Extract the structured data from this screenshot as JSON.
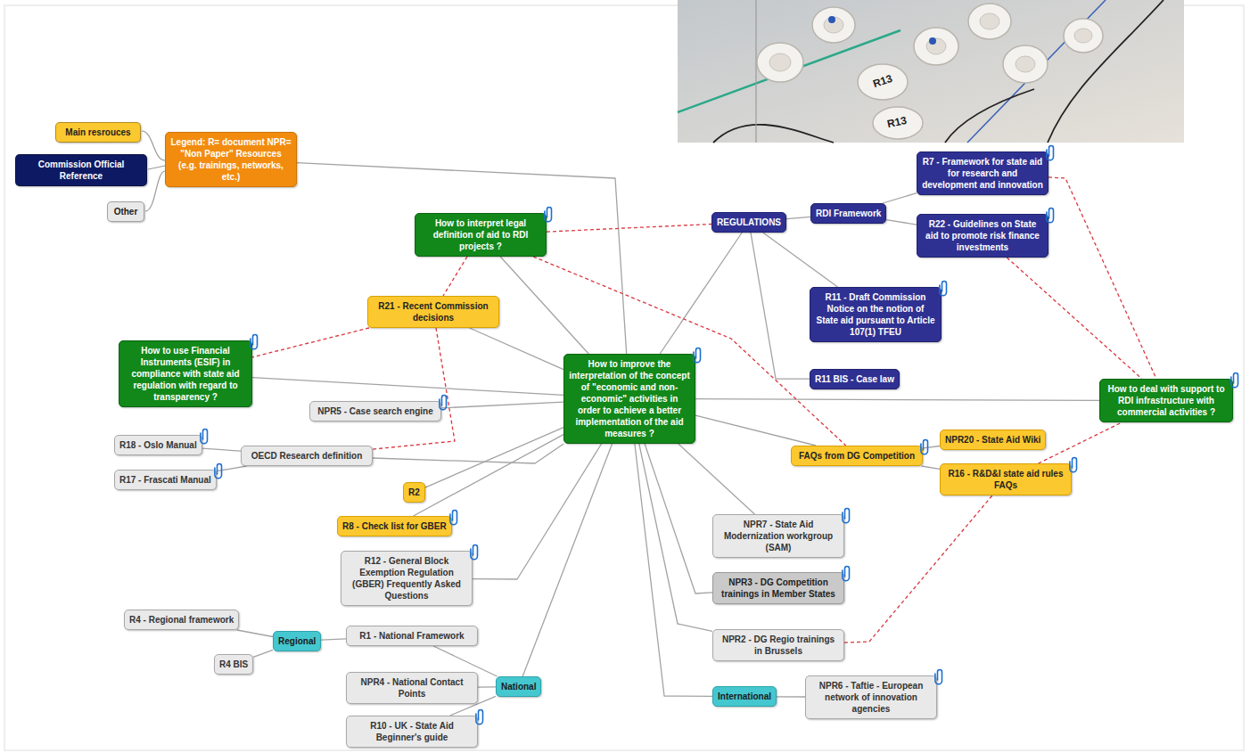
{
  "diagram": {
    "nodes": [
      {
        "text": [
          "Legend: R= document NPR= \"Non Paper\" Resources (e.g. trainings, networks, etc.)"
        ]
      },
      {
        "text": [
          "How to improve the interpretation of the concept of \"economic and non-economic\" activities in order to achieve a better implementation of the aid measures ?"
        ]
      },
      {
        "text": [
          "How to interpret legal definition of aid to RDI projects ?"
        ]
      },
      {
        "text": [
          "How to use Financial Instruments (ESIF) in compliance with state aid regulation with regard to transparency ?"
        ]
      },
      {
        "text": [
          "How to deal with support to RDI infrastructure with commercial activities ?"
        ]
      },
      {
        "text": [
          "REGULATIONS"
        ]
      },
      {
        "text": [
          "RDI Framework"
        ]
      },
      {
        "text": [
          "R7 - Framework for state aid for research and development and innovation"
        ]
      },
      {
        "text": [
          "R22 - Guidelines on State aid to promote risk finance investments"
        ]
      },
      {
        "text": [
          "R11 - Draft Commission Notice on the notion of State aid pursuant to Article 107(1) TFEU"
        ]
      },
      {
        "text": [
          "R11 BIS - Case law"
        ]
      },
      {
        "text": [
          "R21 - Recent Commission decisions"
        ]
      },
      {
        "text": [
          "NPR5 - Case search engine"
        ]
      },
      {
        "text": [
          "OECD Research definition"
        ]
      },
      {
        "text": [
          "R18 - Oslo Manual"
        ]
      },
      {
        "text": [
          "R17 - Frascati Manual"
        ]
      },
      {
        "text": [
          "R2"
        ]
      },
      {
        "text": [
          "R8 - Check list for GBER"
        ]
      },
      {
        "text": [
          "R12 - General Block Exemption Regulation (GBER) Frequently Asked Questions"
        ]
      },
      {
        "text": [
          "Regional"
        ]
      },
      {
        "text": [
          "R4 - Regional framework"
        ]
      },
      {
        "text": [
          "R4 BIS"
        ]
      },
      {
        "text": [
          "R1 - National Framework"
        ]
      },
      {
        "text": [
          "National"
        ]
      },
      {
        "text": [
          "NPR4 - National Contact Points"
        ]
      },
      {
        "text": [
          "R10 - UK - State Aid Beginner's guide"
        ]
      },
      {
        "text": [
          "FAQs from DG Competition"
        ]
      },
      {
        "text": [
          "NPR20 - State Aid Wiki"
        ]
      },
      {
        "text": [
          "R16 - R&D&I state aid rules FAQs"
        ]
      },
      {
        "text": [
          "NPR7 - State Aid Modernization workgroup (SAM)"
        ]
      },
      {
        "text": [
          "NPR3 - DG Competition trainings in Member States"
        ]
      },
      {
        "text": [
          "NPR2 - DG Regio trainings in Brussels"
        ]
      },
      {
        "text": [
          "International"
        ]
      },
      {
        "text": [
          "NPR6 - Taftie - European network of innovation agencies"
        ]
      }
    ],
    "edges": [
      {
        "from": 1,
        "to": 0,
        "arrow": "none"
      },
      {
        "from": 1,
        "to": 2,
        "arrow": "none"
      },
      {
        "from": 1,
        "to": 5,
        "arrow": "none"
      },
      {
        "from": 1,
        "to": 11,
        "arrow": "none"
      },
      {
        "from": 1,
        "to": 3,
        "arrow": "none"
      },
      {
        "from": 1,
        "to": 12,
        "arrow": "none"
      },
      {
        "from": 1,
        "to": 13,
        "arrow": "none"
      },
      {
        "from": 1,
        "to": 16,
        "arrow": "none"
      },
      {
        "from": 1,
        "to": 17,
        "arrow": "none"
      },
      {
        "from": 1,
        "to": 18,
        "arrow": "none"
      },
      {
        "from": 1,
        "to": 23,
        "arrow": "none"
      },
      {
        "from": 1,
        "to": 26,
        "arrow": "none"
      },
      {
        "from": 1,
        "to": 29,
        "arrow": "none"
      },
      {
        "from": 1,
        "to": 30,
        "arrow": "none"
      },
      {
        "from": 1,
        "to": 31,
        "arrow": "none"
      },
      {
        "from": 1,
        "to": 32,
        "arrow": "none"
      },
      {
        "from": 1,
        "to": 4,
        "arrow": "none"
      },
      {
        "from": 5,
        "to": 6,
        "arrow": "none"
      },
      {
        "from": 5,
        "to": 9,
        "arrow": "none"
      },
      {
        "from": 5,
        "to": 10,
        "arrow": "none"
      },
      {
        "from": 6,
        "to": 7,
        "arrow": "none"
      },
      {
        "from": 6,
        "to": 8,
        "arrow": "none"
      },
      {
        "from": 13,
        "to": 14,
        "arrow": "none"
      },
      {
        "from": 13,
        "to": 15,
        "arrow": "none"
      },
      {
        "from": 26,
        "to": 27,
        "arrow": "none"
      },
      {
        "from": 26,
        "to": 28,
        "arrow": "none"
      },
      {
        "from": 23,
        "to": 22,
        "arrow": "none"
      },
      {
        "from": 23,
        "to": 24,
        "arrow": "none"
      },
      {
        "from": 23,
        "to": 25,
        "arrow": "none"
      },
      {
        "from": 19,
        "to": 20,
        "arrow": "none"
      },
      {
        "from": 19,
        "to": 21,
        "arrow": "none"
      },
      {
        "from": 22,
        "to": 19,
        "arrow": "none"
      },
      {
        "from": 32,
        "to": 33,
        "arrow": "none"
      },
      {
        "from": 2,
        "to": 5,
        "arrow": "none"
      },
      {
        "from": 2,
        "to": 26,
        "arrow": "none"
      },
      {
        "from": 2,
        "to": 11,
        "arrow": "none"
      },
      {
        "from": 11,
        "to": 3,
        "arrow": "none"
      },
      {
        "from": 11,
        "to": 13,
        "arrow": "none"
      },
      {
        "from": 7,
        "to": 4,
        "arrow": "none"
      },
      {
        "from": 8,
        "to": 4,
        "arrow": "none"
      },
      {
        "from": 28,
        "to": 4,
        "arrow": "none"
      },
      {
        "from": 31,
        "to": 28,
        "arrow": "none"
      }
    ],
    "labels": [
      "R13",
      "R13"
    ],
    "legend": [
      {
        "text": "Main resrouces",
        "color": "#fcc82f"
      },
      {
        "text": "Commission Official Reference",
        "color": "#0d1a63"
      },
      {
        "text": "Other",
        "color": "#e9e9e9"
      }
    ]
  }
}
